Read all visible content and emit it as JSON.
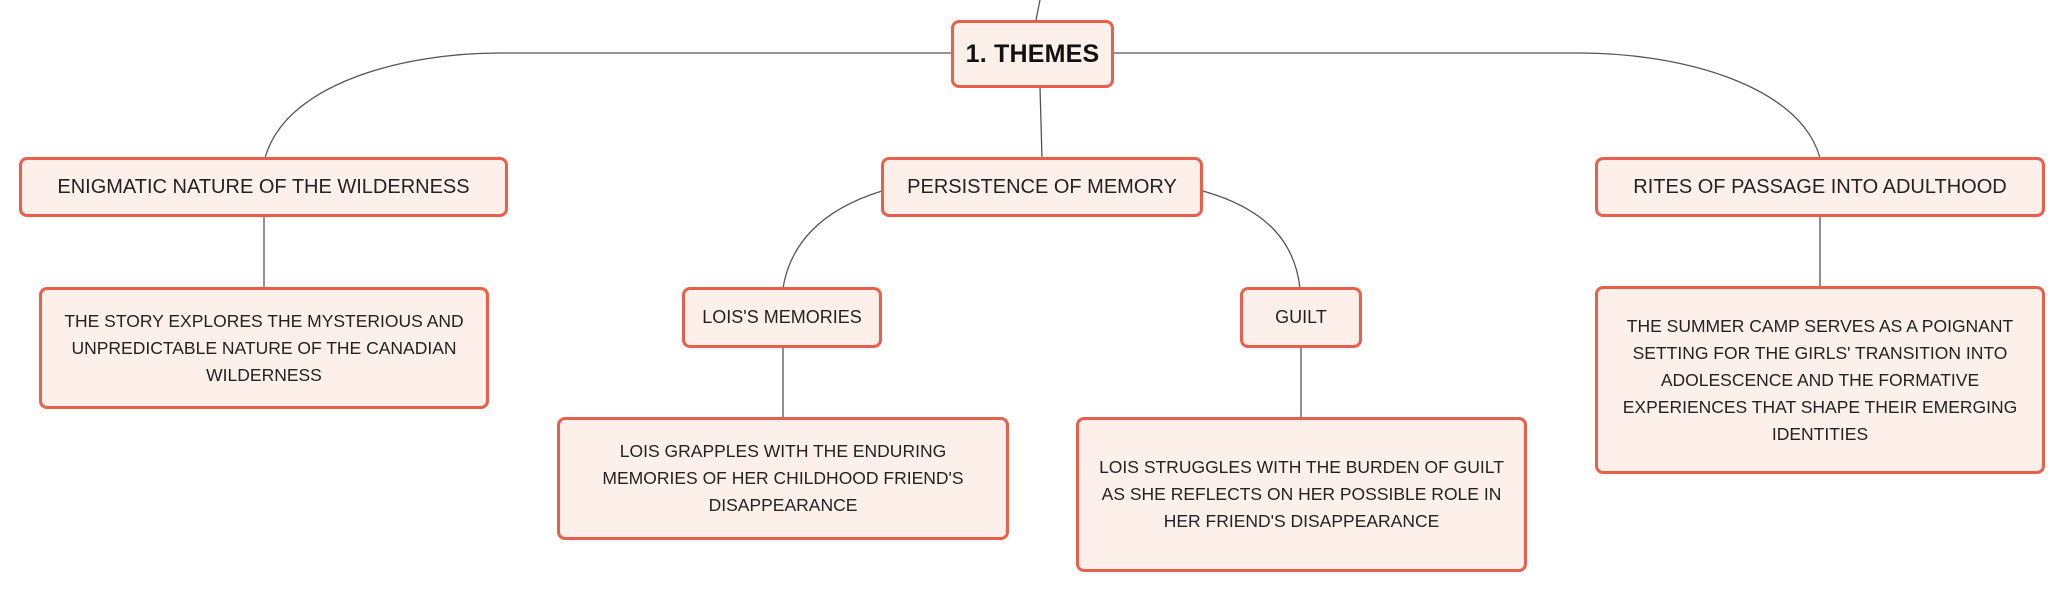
{
  "colors": {
    "node_border": "#e8604c",
    "node_fill": "#fdf0eb",
    "connector": "#555555"
  },
  "root": {
    "label": "1. THEMES"
  },
  "topics": [
    {
      "label": "ENIGMATIC NATURE OF THE WILDERNESS",
      "detail": "THE STORY EXPLORES THE MYSTERIOUS AND UNPREDICTABLE NATURE OF THE CANADIAN WILDERNESS"
    },
    {
      "label": "PERSISTENCE OF MEMORY",
      "subtopics": [
        {
          "label": "LOIS'S MEMORIES",
          "detail": "LOIS GRAPPLES WITH THE ENDURING MEMORIES OF HER CHILDHOOD FRIEND'S DISAPPEARANCE"
        },
        {
          "label": "GUILT",
          "detail": "LOIS STRUGGLES WITH THE BURDEN OF GUILT AS SHE REFLECTS ON HER POSSIBLE ROLE IN HER FRIEND'S DISAPPEARANCE"
        }
      ]
    },
    {
      "label": "RITES OF PASSAGE INTO ADULTHOOD",
      "detail": "THE SUMMER CAMP SERVES AS A POIGNANT SETTING FOR THE GIRLS' TRANSITION INTO ADOLESCENCE AND THE FORMATIVE EXPERIENCES THAT SHAPE THEIR EMERGING IDENTITIES"
    }
  ]
}
